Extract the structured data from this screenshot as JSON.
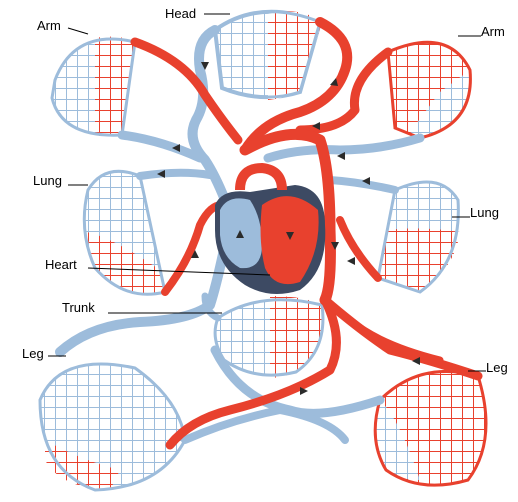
{
  "labels": {
    "head": "Head",
    "arm_left": "Arm",
    "arm_right": "Arm",
    "lung_left": "Lung",
    "lung_right": "Lung",
    "heart": "Heart",
    "trunk": "Trunk",
    "leg_left": "Leg",
    "leg_right": "Leg"
  },
  "colors": {
    "oxygenated": "#e8412e",
    "deoxygenated": "#9dbcdb",
    "heart_chamber_dark": "#3d4a63",
    "leader_line": "#000000"
  }
}
